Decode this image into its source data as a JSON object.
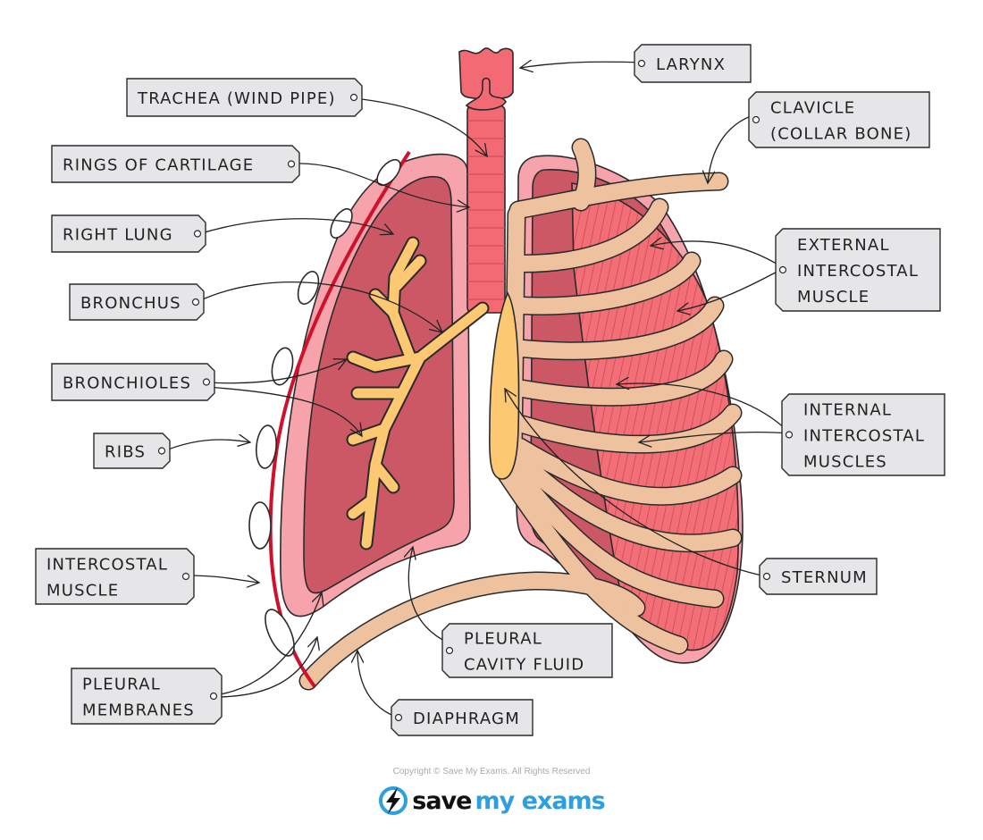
{
  "labels": {
    "larynx": [
      "LARYNX"
    ],
    "trachea": [
      "TRACHEA (WIND PIPE)"
    ],
    "clavicle": [
      "CLAVICLE",
      "(COLLAR  BONE)"
    ],
    "rings": [
      "RINGS  OF  CARTILAGE"
    ],
    "right_lung": [
      "RIGHT  LUNG"
    ],
    "external_intercostal": [
      "EXTERNAL",
      "INTERCOSTAL",
      "MUSCLE"
    ],
    "bronchus": [
      "BRONCHUS"
    ],
    "bronchioles": [
      "BRONCHIOLES"
    ],
    "internal_intercostal": [
      "INTERNAL",
      "INTERCOSTAL",
      "MUSCLES"
    ],
    "ribs": [
      "RIBS"
    ],
    "intercostal_muscle": [
      "INTERCOSTAL",
      "MUSCLE"
    ],
    "sternum": [
      "STERNUM"
    ],
    "pleural_cavity": [
      "PLEURAL",
      "CAVITY  FLUID"
    ],
    "pleural_membranes": [
      "PLEURAL",
      "MEMBRANES"
    ],
    "diaphragm": [
      "DIAPHRAGM"
    ]
  },
  "footer": {
    "copyright": "Copyright © Save My Exams. All Rights Reserved",
    "logo_save": "save",
    "logo_my_exams": "my exams"
  },
  "colors": {
    "lung_outer": "#f7a3ab",
    "lung_inner": "#cc5866",
    "trachea": "#f46a74",
    "bronchi": "#fcc872",
    "bone": "#eec29e",
    "muscle": "#f26f78",
    "rib_line": "#d0112b",
    "label_bg": "#e6e6e8",
    "brand_blue": "#2d9fe0"
  }
}
